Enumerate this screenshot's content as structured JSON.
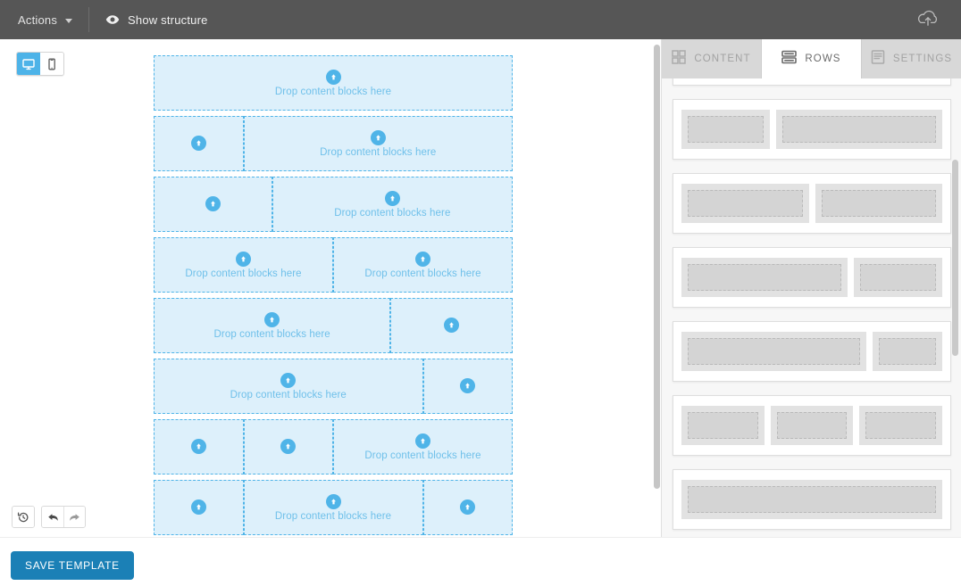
{
  "topbar": {
    "actions_label": "Actions",
    "caret_icon": "chevron-down-icon",
    "show_structure_label": "Show structure",
    "eye_icon": "eye-icon",
    "cloud_icon": "cloud-upload-icon",
    "background": "#565656"
  },
  "device_toggle": {
    "desktop_icon": "desktop-icon",
    "mobile_icon": "mobile-icon",
    "active": "desktop",
    "active_color": "#4db3e8"
  },
  "canvas": {
    "drop_label": "Drop content blocks here",
    "drop_icon": "upload-arrow-icon",
    "border_color": "#4fb4e8",
    "fill_color": "#ddf0fb",
    "text_color": "#6fc0ea",
    "rows": [
      {
        "name": "row-1-col",
        "cells": [
          {
            "width": 100,
            "show_label": true
          }
        ]
      },
      {
        "name": "row-25-75",
        "cells": [
          {
            "width": 25,
            "show_label": false
          },
          {
            "width": 75,
            "show_label": true
          }
        ]
      },
      {
        "name": "row-33-67",
        "cells": [
          {
            "width": 33,
            "show_label": false
          },
          {
            "width": 67,
            "show_label": true
          }
        ]
      },
      {
        "name": "row-50-50",
        "cells": [
          {
            "width": 50,
            "show_label": true
          },
          {
            "width": 50,
            "show_label": true
          }
        ]
      },
      {
        "name": "row-67-33",
        "cells": [
          {
            "width": 66,
            "show_label": true
          },
          {
            "width": 34,
            "show_label": false
          }
        ]
      },
      {
        "name": "row-75-25",
        "cells": [
          {
            "width": 75,
            "show_label": true
          },
          {
            "width": 25,
            "show_label": false
          }
        ]
      },
      {
        "name": "row-25-25-50",
        "cells": [
          {
            "width": 25,
            "show_label": false
          },
          {
            "width": 25,
            "show_label": false
          },
          {
            "width": 50,
            "show_label": true
          }
        ]
      },
      {
        "name": "row-25-50-25",
        "cells": [
          {
            "width": 25,
            "show_label": false
          },
          {
            "width": 50,
            "show_label": true
          },
          {
            "width": 25,
            "show_label": false
          }
        ]
      }
    ]
  },
  "history": {
    "restore_icon": "history-restore-icon",
    "undo_icon": "undo-arrow-icon",
    "redo_icon": "redo-arrow-icon"
  },
  "panel": {
    "tabs": [
      {
        "label": "CONTENT",
        "icon": "grid-blocks-icon",
        "active": false
      },
      {
        "label": "ROWS",
        "icon": "rows-stack-icon",
        "active": true
      },
      {
        "label": "SETTINGS",
        "icon": "settings-lines-icon",
        "active": false
      }
    ],
    "row_thumbnails": [
      {
        "name": "thumb-30-70",
        "columns": [
          30,
          70
        ]
      },
      {
        "name": "thumb-33-67",
        "columns": [
          33,
          67
        ]
      },
      {
        "name": "thumb-50-50",
        "columns": [
          50,
          50
        ]
      },
      {
        "name": "thumb-67-33",
        "columns": [
          67,
          33
        ]
      },
      {
        "name": "thumb-75-25",
        "columns": [
          75,
          25
        ]
      },
      {
        "name": "thumb-33-33-33",
        "columns": [
          33,
          33,
          33
        ]
      },
      {
        "name": "thumb-partial",
        "columns": [
          100
        ]
      }
    ]
  },
  "footer": {
    "save_label": "SAVE TEMPLATE",
    "save_color": "#1b80b6"
  }
}
